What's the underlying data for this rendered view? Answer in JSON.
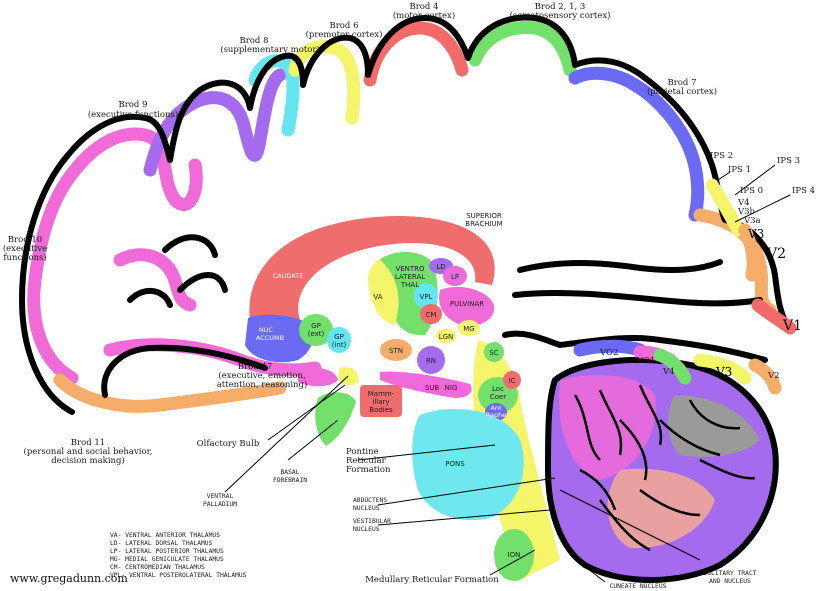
{
  "regions": {
    "brod4": "Brod 4",
    "brod4_sub": "(motor cortex)",
    "brod213": "Brod 2, 1, 3",
    "brod213_sub": "(somatosensory cortex)",
    "brod6": "Brod 6",
    "brod6_sub": "(premotor cortex)",
    "brod8": "Brod 8",
    "brod8_sub": "(supplementary motor)",
    "brod9": "Brod 9",
    "brod9_sub": "(executive functions)",
    "brod7": "Brod 7",
    "brod7_sub": "(parietal cortex)",
    "brod10": "Brod 10",
    "brod10_sub1": "(executive",
    "brod10_sub2": "functions)",
    "brod47": "Brod 47",
    "brod47_sub1": "(executive, emotion,",
    "brod47_sub2": "attention, reasoning)",
    "brod11": "Brod 11",
    "brod11_sub1": "(personal and social behavior,",
    "brod11_sub2": "decision making)"
  },
  "visual": {
    "ips2": "IPS 2",
    "ips1": "IPS 1",
    "ips3": "IPS 3",
    "ips0": "IPS 0",
    "ips4": "IPS 4",
    "v4": "V4",
    "v3b": "V3b",
    "v3a": "V3a",
    "v3": "V3",
    "v2": "V2",
    "v1": "V1",
    "vo2": "VO2",
    "vo1": "VO1",
    "v4_low": "V4",
    "v3_low": "V3",
    "v2_low": "V2"
  },
  "structures": {
    "superior_brachium_1": "SUPERIOR",
    "superior_brachium_2": "BRACHIUM",
    "caudate": "CAUDATE",
    "ventro_1": "VENTRO",
    "ventro_2": "LATERAL",
    "ventro_3": "THAL",
    "ld": "LD",
    "lp": "LP",
    "va": "VA",
    "vpl": "VPL",
    "pulvinar": "PULVINAR",
    "cm": "CM",
    "mg": "MG",
    "lgn": "LGN",
    "nuc_1": "NUC",
    "nuc_2": "ACCUMB",
    "gp_ext_1": "GP",
    "gp_ext_2": "(ext)",
    "gp_int_1": "GP",
    "gp_int_2": "(int)",
    "stn": "STN",
    "rn": "RN",
    "sub_nig_1": "SUB",
    "sub_nig_2": "NIG",
    "sc": "SC",
    "ic": "IC",
    "loc_1": "Loc",
    "loc_2": "Coer",
    "ant_1": "Ant",
    "ant_2": "Raphe",
    "mammillary_1": "Mamm-",
    "mammillary_2": "illary",
    "mammillary_3": "Bodies",
    "pons": "PONS",
    "ion": "ION"
  },
  "callouts": {
    "olfactory": "Olfactory Bulb",
    "basal_1": "BASAL",
    "basal_2": "FOREBRAIN",
    "ventral_1": "VENTRAL",
    "ventral_2": "PALLADIUM",
    "pontine_1": "Pontine",
    "pontine_2": "Reticular",
    "pontine_3": "Formation",
    "abducens_1": "ABDUCTENS",
    "abducens_2": "NUCLEUS",
    "vestibular_1": "VESTIBULAR",
    "vestibular_2": "NUCLEUS",
    "medullary": "Medullary Reticular Formation",
    "cuneate": "CUNEATE NUCLEUS",
    "solitary_1": "SOLITARY TRACT",
    "solitary_2": "AND NUCLEUS"
  },
  "legend": [
    "VA- VENTRAL ANTERIOR THALAMUS",
    "LD- LATERAL DORSAL THALAMUS",
    "LP- LATERAL POSTERIOR THALAMUS",
    "MG- MEDIAL GENICULATE THALAMUS",
    "CM- CENTROMEDIAN THALAMUS",
    "VPL- VENTRAL POSTEROLATERAL THALAMUS"
  ],
  "website": "www.gregadunn.com",
  "colors": {
    "pink": "#f06ad8",
    "purple": "#a56bee",
    "cyan": "#63e6f2",
    "yellow": "#f5f56a",
    "red": "#f26a6a",
    "green": "#72e06a",
    "orange": "#f7ad6a",
    "blue": "#6a6af2",
    "pons": "#6fe7ee",
    "caudate": "#f06d6d"
  }
}
